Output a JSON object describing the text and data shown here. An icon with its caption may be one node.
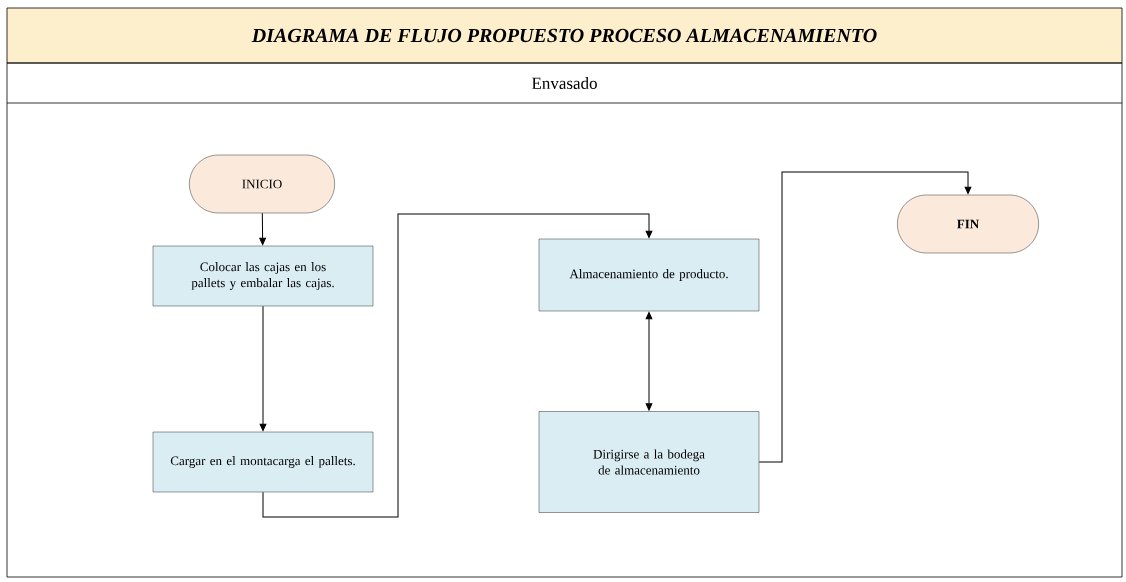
{
  "diagram": {
    "title": "DIAGRAMA DE FLUJO PROPUESTO PROCESO ALMACENAMIENTO",
    "nodes": [
      {
        "text": [
          "Envasado"
        ]
      },
      {
        "text": [
          "INICIO"
        ],
        "in": 0
      },
      {
        "text": [
          "Colocar las cajas en los pallets y embalar las cajas."
        ],
        "in": 0
      },
      {
        "text": [
          "Cargar en el montacarga el pallets."
        ],
        "in": 0
      },
      {
        "text": [
          "Almacenamiento de producto."
        ],
        "in": 0
      },
      {
        "text": [
          "Dirigirse a la bodega de almacenamiento"
        ],
        "in": 0
      },
      {
        "text": [
          "FIN"
        ],
        "in": 0
      }
    ],
    "edges": [
      {
        "from": 1,
        "to": 2,
        "arrow": "to"
      },
      {
        "from": 2,
        "to": 3,
        "arrow": "to"
      },
      {
        "from": 3,
        "to": 4,
        "arrow": "to"
      },
      {
        "from": 4,
        "to": 5,
        "arrow": "both"
      },
      {
        "from": 5,
        "to": 6,
        "arrow": "to"
      }
    ]
  }
}
